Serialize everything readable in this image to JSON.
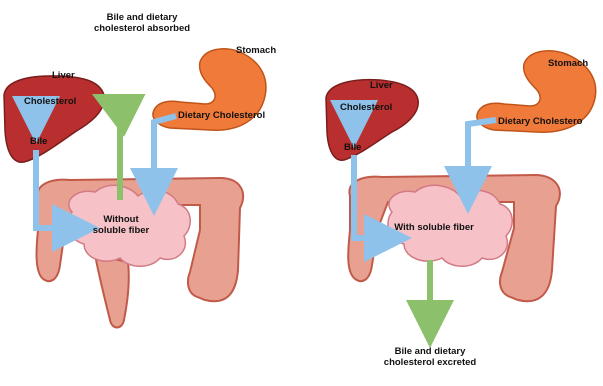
{
  "colors": {
    "liver": "#b92f2f",
    "stomach": "#f07a3a",
    "intestine": "#e8a090",
    "intestine_edge": "#c25a4a",
    "small_intestine": "#f6c2c8",
    "blue_arrow": "#8ec2ea",
    "green_arrow": "#8cc06a"
  },
  "left": {
    "title_top": "Bile and dietary cholesterol absorbed",
    "stomach": "Stomach",
    "liver": "Liver",
    "cholesterol": "Cholesterol",
    "bile": "Bile",
    "dietary": "Dietary Cholesterol",
    "center": "Without soluble fiber"
  },
  "right": {
    "stomach": "Stomach",
    "liver": "Liver",
    "cholesterol": "Cholesterol",
    "bile": "Bile",
    "dietary": "Dietary Cholestero",
    "center": "With soluble fiber",
    "bottom": "Bile and dietary cholesterol excreted"
  }
}
